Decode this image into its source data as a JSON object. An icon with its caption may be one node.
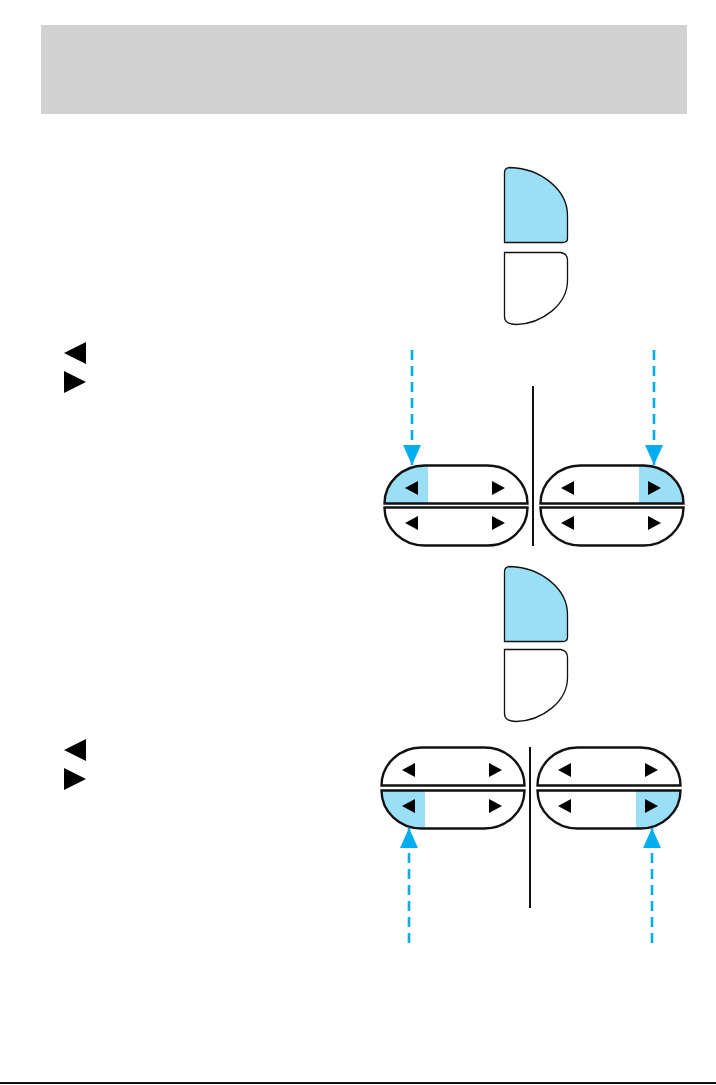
{
  "diagram": {
    "nodes": [
      {
        "text": [],
        "shape": "box"
      },
      {
        "text": [],
        "shape": "box"
      },
      {
        "text": [],
        "shape": "box"
      },
      {
        "text": [],
        "shape": "box"
      }
    ],
    "edges": [
      {
        "from": null,
        "to": 0,
        "arrow": "to",
        "style": "dashed"
      },
      {
        "from": null,
        "to": 1,
        "arrow": "to",
        "style": "dashed"
      },
      {
        "from": null,
        "to": 2,
        "arrow": "to",
        "style": "dashed"
      },
      {
        "from": null,
        "to": 3,
        "arrow": "to",
        "style": "dashed"
      }
    ]
  }
}
